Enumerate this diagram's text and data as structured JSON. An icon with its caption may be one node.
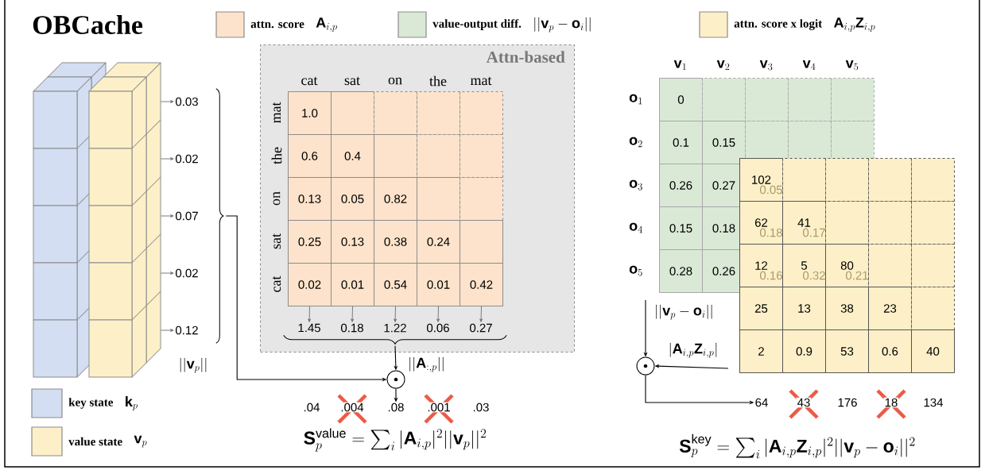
{
  "diagram": {
    "title": "OBCache",
    "nodes": [
      {
        "text": [],
        "shape": "box"
      },
      {
        "text": [],
        "shape": "box"
      },
      {
        "text": [
          "0.03"
        ]
      },
      {
        "text": [
          "0.02"
        ]
      },
      {
        "text": [
          "0.07"
        ]
      },
      {
        "text": [
          "0.02"
        ]
      },
      {
        "text": [
          "0.12"
        ]
      },
      {
        "text": [
          "Attn-based"
        ]
      },
      {
        "text": [
          "0.02"
        ],
        "in": 7
      },
      {
        "text": [
          "0.01"
        ],
        "in": 7
      },
      {
        "text": [
          "0.54"
        ],
        "in": 7
      },
      {
        "text": [
          "0.01"
        ],
        "in": 7
      },
      {
        "text": [
          "0.42"
        ],
        "in": 7
      },
      {
        "text": [
          "1.45"
        ],
        "in": 7
      },
      {
        "text": [
          "0.18"
        ],
        "in": 7
      },
      {
        "text": [
          "1.22"
        ],
        "in": 7
      },
      {
        "text": [
          "0.06"
        ],
        "in": 7
      },
      {
        "text": [
          "0.27"
        ],
        "in": 7
      },
      {
        "text": [],
        "shape": "circle"
      },
      {
        "text": [
          ".04"
        ]
      },
      {
        "text": [
          ".004"
        ]
      },
      {
        "text": [
          ".08"
        ]
      },
      {
        "text": [
          ".001"
        ]
      },
      {
        "text": [
          ".03"
        ]
      },
      {
        "text": [],
        "shape": "circle"
      },
      {
        "text": [
          "64"
        ]
      },
      {
        "text": [
          "43"
        ]
      },
      {
        "text": [
          "176"
        ]
      },
      {
        "text": [
          "18"
        ]
      },
      {
        "text": [
          "134"
        ]
      },
      {
        "text": [],
        "shape": "brace"
      },
      {
        "text": [],
        "shape": "brace",
        "in": 7
      }
    ],
    "edges": [
      {
        "from": 1,
        "to": 2,
        "arrow": "to"
      },
      {
        "from": 1,
        "to": 3,
        "arrow": "to"
      },
      {
        "from": 1,
        "to": 4,
        "arrow": "to"
      },
      {
        "from": 1,
        "to": 5,
        "arrow": "to"
      },
      {
        "from": 1,
        "to": 6,
        "arrow": "to"
      },
      {
        "from": 30,
        "to": 18,
        "arrow": "to",
        "color": "#000000"
      },
      {
        "from": 8,
        "to": 13,
        "arrow": "to"
      },
      {
        "from": 9,
        "to": 14,
        "arrow": "to"
      },
      {
        "from": 10,
        "to": 15,
        "arrow": "to"
      },
      {
        "from": 11,
        "to": 16,
        "arrow": "to"
      },
      {
        "from": 12,
        "to": 17,
        "arrow": "to"
      },
      {
        "from": 31,
        "to": 18,
        "arrow": "to",
        "label": "||\\mathbf{A}_{:,p}||",
        "color": "#000000"
      },
      {
        "from": 18,
        "to": 21,
        "arrow": "to",
        "color": "#000000"
      },
      {
        "from": null,
        "to": 24,
        "arrow": "to",
        "color": "#000000"
      },
      {
        "from": null,
        "to": 24,
        "arrow": "to",
        "label": "|\\mathbf{A}_{i,p}\\mathbf{Z}_{i,p}|",
        "color": "#000000"
      },
      {
        "from": 24,
        "to": 25,
        "arrow": "to",
        "color": "#000000"
      }
    ],
    "labels": [
      "\\mathbf{A}_{i,p}",
      "||\\mathbf{v}_p-\\mathbf{o}_i||",
      "\\mathbf{A}_{i,p}\\mathbf{Z}_{i,p}",
      "cat",
      "sat",
      "on",
      "the",
      "mat",
      "\\mathbf{v}_1",
      "\\mathbf{v}_2",
      "\\mathbf{v}_3",
      "\\mathbf{v}_4",
      "\\mathbf{v}_5",
      "mat",
      "the",
      "on",
      "sat",
      "cat",
      "1.0",
      "0.6",
      "0.4",
      "0.13",
      "0.05",
      "0.82",
      "0.25",
      "0.13",
      "0.38",
      "0.24",
      "\\mathbf{o}_1",
      "\\mathbf{o}_2",
      "\\mathbf{o}_3",
      "\\mathbf{o}_4",
      "\\mathbf{o}_5",
      "0",
      "0.1",
      "0.15",
      "0.26",
      "0.27",
      "0.05",
      "0.15",
      "0.18",
      "0.18",
      "0.17",
      "0.28",
      "0.26",
      "0.16",
      "0.32",
      "0.21",
      "102",
      "62",
      "41",
      "12",
      "5",
      "80",
      "25",
      "13",
      "38",
      "23",
      "2",
      "0.9",
      "53",
      "0.6",
      "40",
      "||\\mathbf{v}_p||",
      "\\mathbf{S}_p^{\\mathrm{value}}=\\sum_i|\\mathbf{A}_{i,p}|^2||\\mathbf{v}_p||^2",
      "\\mathbf{S}_p^{\\mathrm{key}}=\\sum_i|\\mathbf{A}_{i,p}\\mathbf{Z}_{i,p}|^2||\\mathbf{v}_p-\\mathbf{o}_i||^2",
      "\\mathbf{k}_p",
      "\\mathbf{v}_p",
      "||\\mathbf{v}_p-\\mathbf{o}_i||"
    ],
    "legend": [
      {
        "text": "attn. score",
        "color": "#fde3cb"
      },
      {
        "text": "value-output diff.",
        "color": "#d9e9d6"
      },
      {
        "text": "attn. score x logit",
        "color": "#fdf0c8"
      },
      {
        "text": "key state",
        "color": "#d3def2"
      },
      {
        "text": "value state",
        "color": "#fdf0c8"
      }
    ]
  }
}
